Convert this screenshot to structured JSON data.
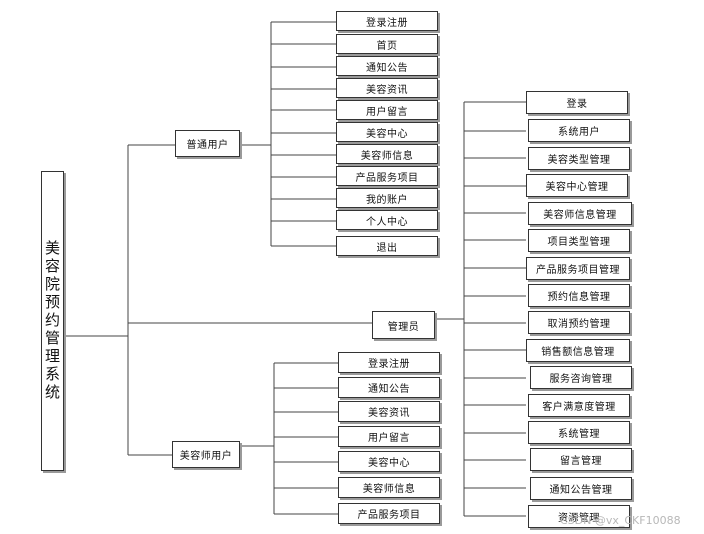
{
  "root": {
    "label": "美容院预约管理系统"
  },
  "roles": {
    "user": "普通用户",
    "admin": "管理员",
    "beautician": "美容师用户"
  },
  "user_functions": [
    "登录注册",
    "首页",
    "通知公告",
    "美容资讯",
    "用户留言",
    "美容中心",
    "美容师信息",
    "产品服务项目",
    "我的账户",
    "个人中心",
    "退出"
  ],
  "admin_functions": [
    "登录",
    "系统用户",
    "美容类型管理",
    "美容中心管理",
    "美容师信息管理",
    "项目类型管理",
    "产品服务项目管理",
    "预约信息管理",
    "取消预约管理",
    "销售额信息管理",
    "服务咨询管理",
    "客户满意度管理",
    "系统管理",
    "留言管理",
    "通知公告管理",
    "资源管理"
  ],
  "beautician_functions": [
    "登录注册",
    "通知公告",
    "美容资讯",
    "用户留言",
    "美容中心",
    "美容师信息",
    "产品服务项目"
  ],
  "watermark": "CSDN @vx_CKF10088"
}
